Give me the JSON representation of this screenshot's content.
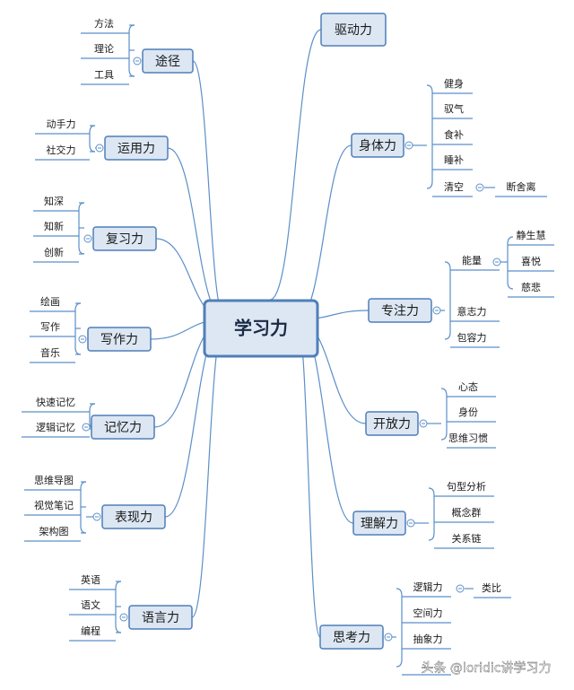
{
  "center": "学习力",
  "branches": {
    "tujing": {
      "label": "途径",
      "items": [
        "方法",
        "理论",
        "工具"
      ]
    },
    "yunyong": {
      "label": "运用力",
      "items": [
        "动手力",
        "社交力"
      ]
    },
    "fuxi": {
      "label": "复习力",
      "items": [
        "知深",
        "知新",
        "创新"
      ]
    },
    "xiezuo": {
      "label": "写作力",
      "items": [
        "绘画",
        "写作",
        "音乐"
      ]
    },
    "jiyi": {
      "label": "记忆力",
      "items": [
        "快速记忆",
        "逻辑记忆"
      ]
    },
    "biaoxian": {
      "label": "表现力",
      "items": [
        "思维导图",
        "视觉笔记",
        "架构图"
      ]
    },
    "yuyan": {
      "label": "语言力",
      "items": [
        "英语",
        "语文",
        "编程"
      ]
    },
    "qudong": {
      "label": "驱动力"
    },
    "shenti": {
      "label": "身体力",
      "items": [
        "健身",
        "驭气",
        "食补",
        "睡补",
        "清空"
      ],
      "sub": {
        "清空": [
          "断舍离"
        ]
      }
    },
    "zhuanzhu": {
      "label": "专注力",
      "items": [
        "能量",
        "意志力",
        "包容力"
      ],
      "sub": {
        "能量": [
          "静生慧",
          "喜悦",
          "慈悲"
        ]
      }
    },
    "kaifang": {
      "label": "开放力",
      "items": [
        "心态",
        "身份",
        "思维习惯"
      ]
    },
    "lijie": {
      "label": "理解力",
      "items": [
        "句型分析",
        "概念群",
        "关系链"
      ]
    },
    "sikao": {
      "label": "思考力",
      "items": [
        "逻辑力",
        "空间力",
        "抽象力",
        "..."
      ],
      "sub": {
        "逻辑力": [
          "类比"
        ]
      }
    }
  },
  "watermark": "头条 @loridic讲学习力",
  "colors": {
    "line": "#5b8fc9",
    "fill": "#dce7f3",
    "border": "#4f7fb8",
    "center_border": "#4f7fb8"
  }
}
